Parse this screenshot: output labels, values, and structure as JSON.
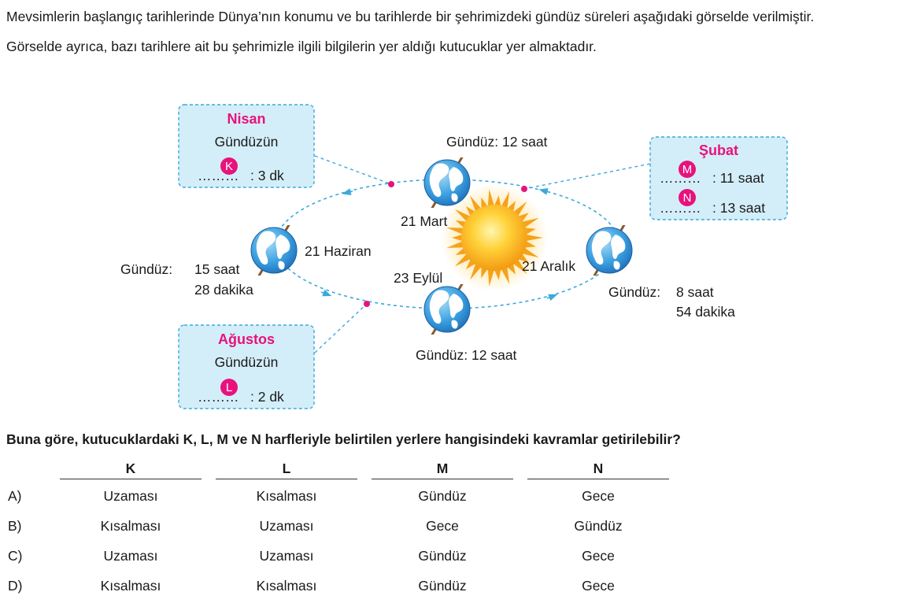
{
  "intro": {
    "line1": "Mevsimlerin başlangıç tarihlerinde Dünya’nın konumu ve bu tarihlerde bir şehrimizdeki gündüz süreleri aşağıdaki görselde verilmiştir.",
    "line2": "Görselde ayrıca, bazı tarihlere ait bu şehrimizle ilgili bilgilerin yer aldığı kutucuklar yer almaktadır."
  },
  "diagram": {
    "mart": {
      "date": "21 Mart",
      "daylight": "Gündüz: 12 saat"
    },
    "haziran": {
      "date": "21 Haziran",
      "prefix": "Gündüz:",
      "hours": "15 saat",
      "minutes": "28 dakika"
    },
    "eylul": {
      "date": "23 Eylül",
      "daylight": "Gündüz: 12 saat"
    },
    "aralik": {
      "date": "21 Aralık",
      "prefix": "Gündüz:",
      "hours": "8 saat",
      "minutes": "54 dakika"
    },
    "boxes": {
      "nisan": {
        "title": "Nisan",
        "line1": "Gündüzün",
        "dots": "………",
        "letter": "K",
        "suffix": ": 3 dk"
      },
      "agustos": {
        "title": "Ağustos",
        "line1": "Gündüzün",
        "dots": "………",
        "letter": "L",
        "suffix": ": 2 dk"
      },
      "subat": {
        "title": "Şubat",
        "dots1": "………",
        "letter1": "M",
        "suffix1": ": 11 saat",
        "dots2": "………",
        "letter2": "N",
        "suffix2": ": 13 saat"
      }
    },
    "colors": {
      "accent": "#e8127c",
      "box_fill": "#d4eef9",
      "box_border": "#3aa9dc",
      "orbit": "#3aa9dc",
      "sun": "#f6a21a"
    },
    "icons": [
      "earth-globe-icon",
      "sun-icon"
    ]
  },
  "question": "Buna göre, kutucuklardaki K, L, M ve N harfleriyle belirtilen yerlere hangisindeki kavramlar getirilebilir?",
  "table": {
    "headers": [
      "K",
      "L",
      "M",
      "N"
    ],
    "rows": [
      {
        "label": "A)",
        "cells": [
          "Uzaması",
          "Kısalması",
          "Gündüz",
          "Gece"
        ]
      },
      {
        "label": "B)",
        "cells": [
          "Kısalması",
          "Uzaması",
          "Gece",
          "Gündüz"
        ]
      },
      {
        "label": "C)",
        "cells": [
          "Uzaması",
          "Uzaması",
          "Gündüz",
          "Gece"
        ]
      },
      {
        "label": "D)",
        "cells": [
          "Kısalması",
          "Kısalması",
          "Gündüz",
          "Gece"
        ]
      }
    ]
  }
}
